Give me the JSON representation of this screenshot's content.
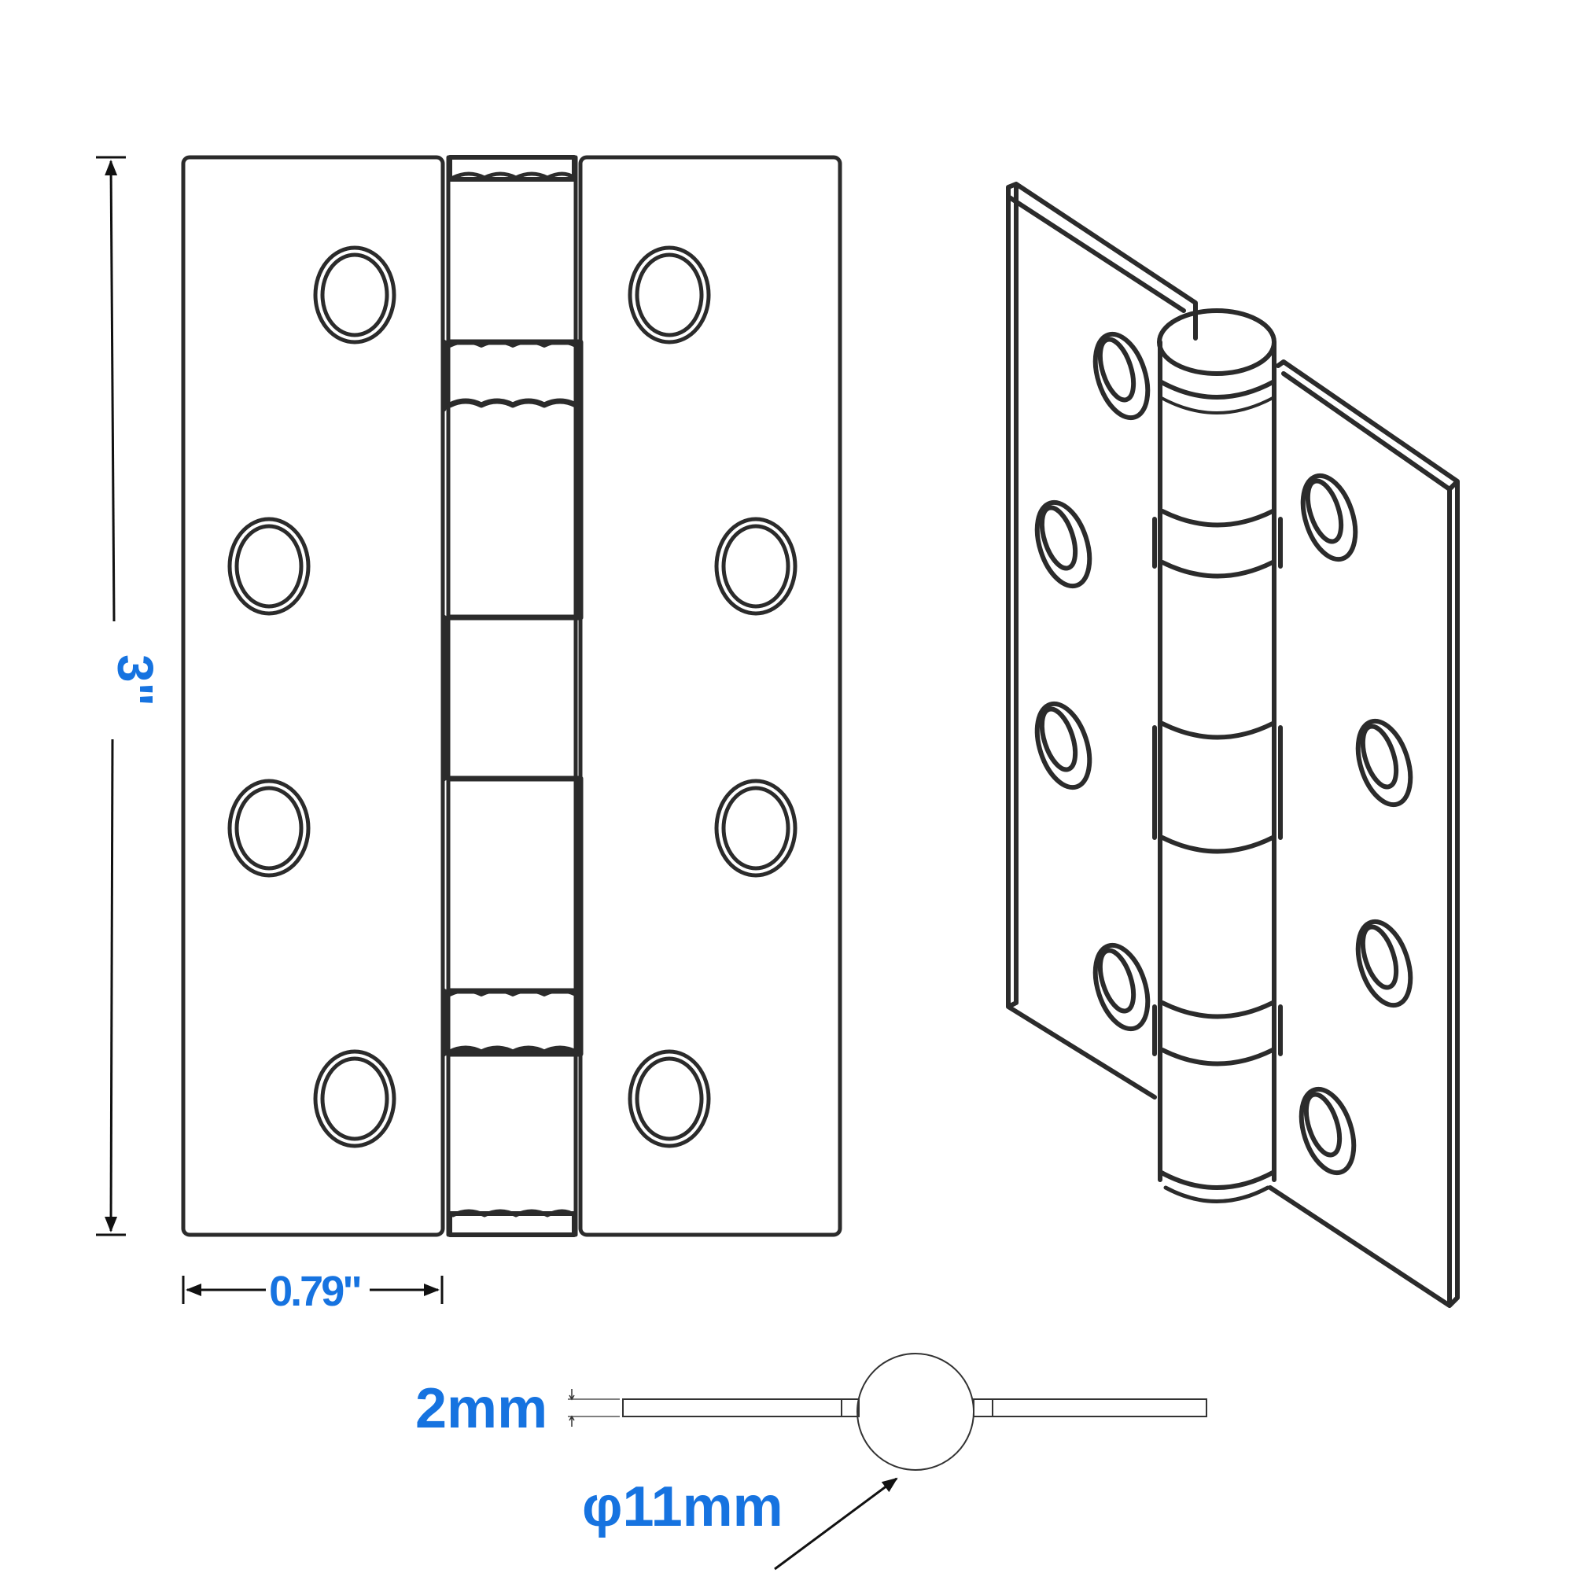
{
  "labels": {
    "height": "3\"",
    "width": "0.79\"",
    "thickness": "2mm",
    "pin_diameter": "φ11mm"
  },
  "colors": {
    "label": "#1673e0",
    "ink": "#2b2b2b"
  }
}
